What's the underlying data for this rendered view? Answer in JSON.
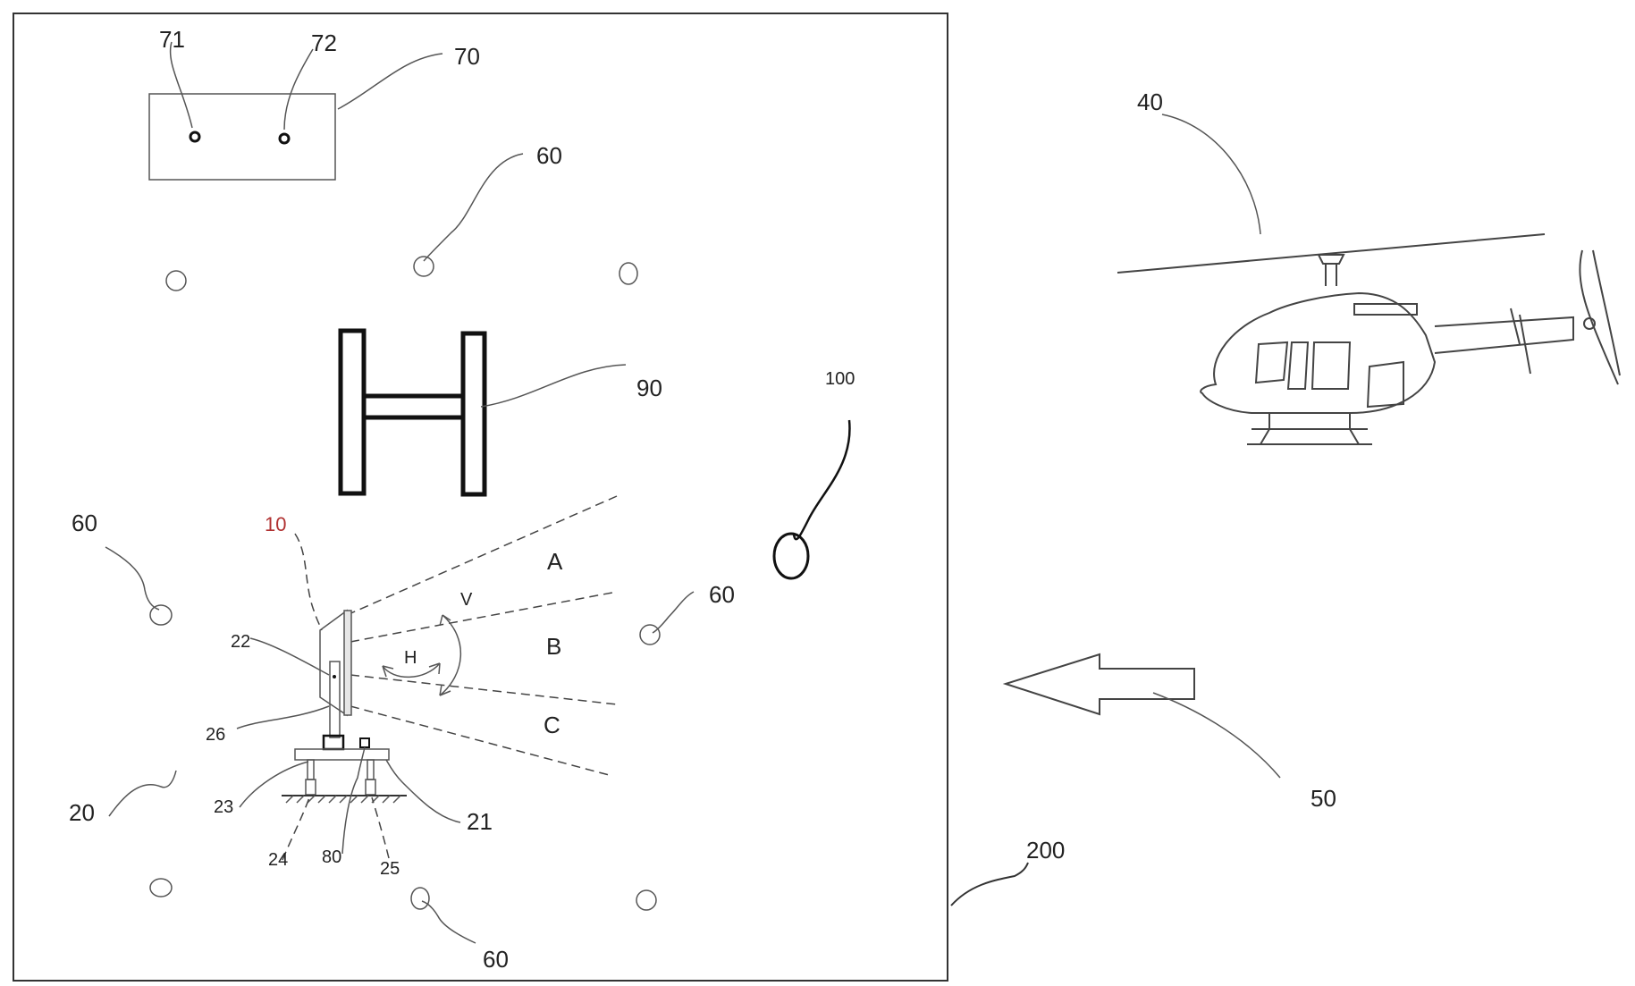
{
  "labels": {
    "l71": "71",
    "l72": "72",
    "l70": "70",
    "l60a": "60",
    "l60b": "60",
    "l60c": "60",
    "l60d": "60",
    "l90": "90",
    "l100": "100",
    "l10": "10",
    "l22": "22",
    "l26": "26",
    "l20": "20",
    "l23": "23",
    "l24": "24",
    "l80": "80",
    "l25": "25",
    "l21": "21",
    "l200": "200",
    "l40": "40",
    "l50": "50",
    "zoneA": "A",
    "zoneB": "B",
    "zoneC": "C",
    "angleV": "V",
    "angleH": "H"
  },
  "colors": {
    "line": "#333333",
    "label_10": "#b03030"
  }
}
